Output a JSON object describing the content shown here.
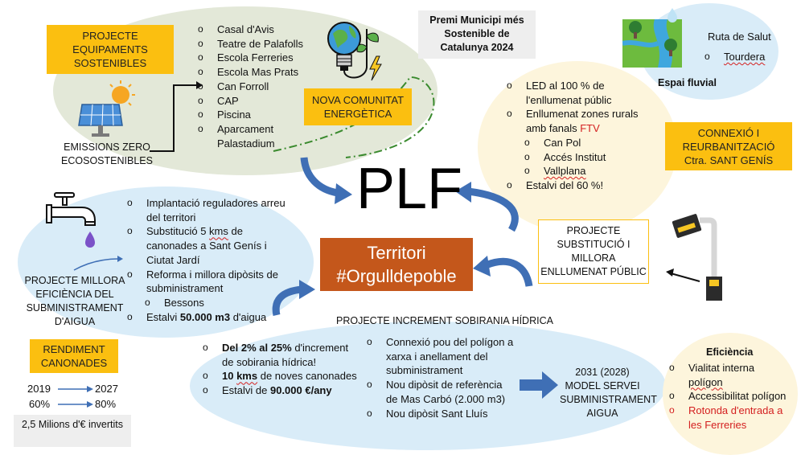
{
  "center": {
    "plf": "PLF",
    "territori_line1": "Territori",
    "territori_line2": "#Orgulldepoble",
    "territori_color": "#c4571b"
  },
  "colors": {
    "orange": "#fbbf10",
    "grey_green": "#e3e8d8",
    "light_blue": "#d9ecf8",
    "cream": "#fdf5dc",
    "arrow_blue": "#3f6fb5"
  },
  "equipaments": {
    "title": "PROJECTE EQUIPAMENTS SOSTENIBLES",
    "items": [
      "Casal d'Avis",
      "Teatre de Palafolls",
      "Escola Ferreries",
      "Escola Mas Prats",
      "Can Forroll",
      "CAP",
      "Piscina",
      "Aparcament Palastadium"
    ],
    "emissions": "EMISSIONS ZERO ECOSOSTENIBLES",
    "comunitat": "NOVA COMUNITAT ENERGÈTICA"
  },
  "premi": "Premi Municipi més Sostenible de Catalunya 2024",
  "fluvial": {
    "ruta": "Ruta de Salut",
    "tourdera": "Tourdera",
    "espai": "Espai fluvial"
  },
  "enllumenat": {
    "items": {
      "led": "LED al 100 % de l'enllumenat públic",
      "zones_pre": "Enllumenat zones rurals amb fanals ",
      "zones_ftv": "FTV",
      "estalvi": "Estalvi del 60 %!"
    },
    "sub": [
      "Can Pol",
      "Accés Institut",
      "Vallplana"
    ],
    "connexio": "CONNEXIÓ I REURBANITZACIÓ Ctra. SANT GENÍS",
    "projecte": "PROJECTE SUBSTITUCIÓ I MILLORA ENLLUMENAT PÚBLIC"
  },
  "aigua": {
    "items": {
      "reguladors": "Implantació reguladores arreu del territori",
      "substitucio_pre": "Substitució 5 ",
      "substitucio_kms": "kms",
      "substitucio_post": " de canonades a Sant Genís i Ciutat Jardí",
      "reforma": "Reforma i millora dipòsits de subministrament",
      "bessons": "Bessons",
      "estalvi_pre": "Estalvi ",
      "estalvi_bold": "50.000 m3",
      "estalvi_post": " d'aigua"
    },
    "projecte": "PROJECTE MILLORA EFICIÈNCIA DEL SUBMINISTRAMENT D'AIGUA"
  },
  "rendiment": {
    "title": "RENDIMENT CANONADES",
    "year_from": "2019",
    "year_to": "2027",
    "pct_from": "60%",
    "pct_to": "80%",
    "invertits": "2,5 Milions d'€ invertits"
  },
  "sobirania": {
    "title": "PROJECTE INCREMENT SOBIRANIA HÍDRICA",
    "left": {
      "del_bold": "Del 2% al 25%",
      "del_rest": " d'increment de sobirania hídrica!",
      "kms_bold": "10 ",
      "kms_under": "kms",
      "kms_rest": " de noves canonades",
      "estalvi_pre": "Estalvi de ",
      "estalvi_bold": "90.000 €/any"
    },
    "right": [
      "Connexió pou del polígon a xarxa i anellament del subministrament",
      "Nou dipòsit de referència de Mas Carbó (2.000 m3)",
      "Nou dipòsit Sant Lluís"
    ],
    "model": "2031 (2028) MODEL SERVEI SUBMINISTRAMENT AIGUA"
  },
  "eficiencia": {
    "title": "Eficiència",
    "vialitat_pre": "Vialitat interna ",
    "vialitat_under": "polígon",
    "accessibilitat": "Accessibilitat polígon",
    "rotonda": "Rotonda d'entrada a les Ferreries"
  }
}
